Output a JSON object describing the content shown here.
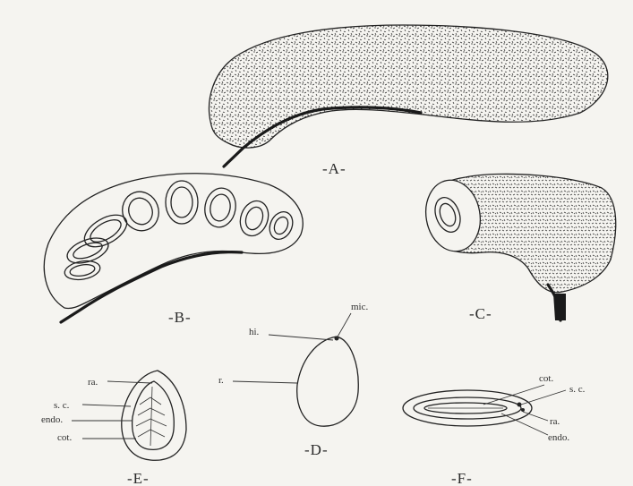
{
  "figures": {
    "A": {
      "label": "-A-"
    },
    "B": {
      "label": "-B-"
    },
    "C": {
      "label": "-C-"
    },
    "D": {
      "label": "-D-",
      "annotations": [
        "mic.",
        "hi.",
        "r."
      ]
    },
    "E": {
      "label": "-E-",
      "annotations": [
        "ra.",
        "s. c.",
        "endo.",
        "cot."
      ]
    },
    "F": {
      "label": "-F-",
      "annotations": [
        "cot.",
        "s. c.",
        "ra.",
        "endo."
      ]
    }
  }
}
